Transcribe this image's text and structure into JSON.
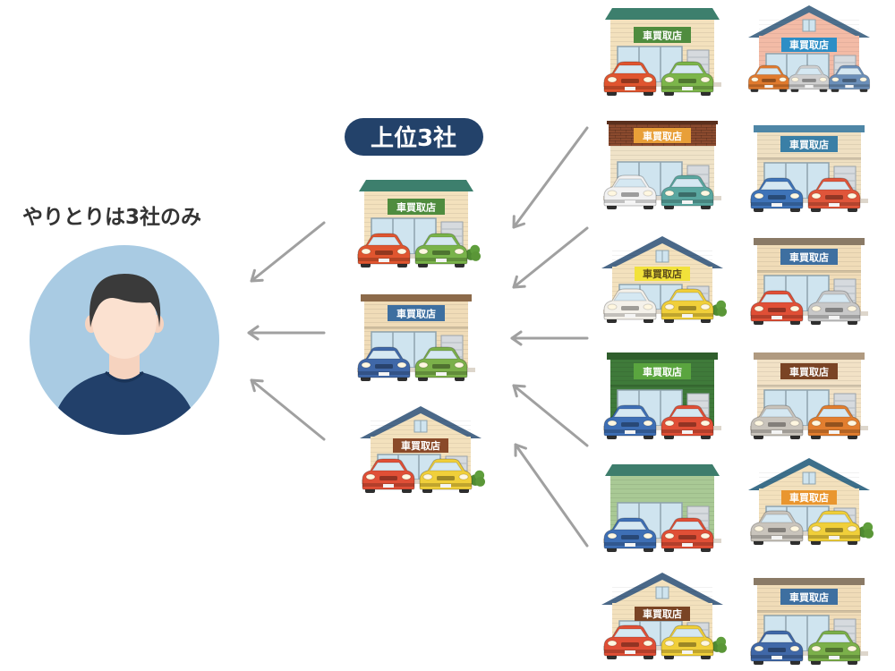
{
  "caption": "やりとりは3社のみ",
  "badge": "上位3社",
  "top3_shops": [
    {
      "sign": "車買取店"
    },
    {
      "sign": "車買取店"
    },
    {
      "sign": "車買取店"
    }
  ],
  "other_shops": [
    {
      "sign": "車買取店"
    },
    {
      "sign": "車買取店"
    },
    {
      "sign": "車買取店"
    },
    {
      "sign": "車買取店"
    },
    {
      "sign": "車買取店"
    },
    {
      "sign": "車買取店"
    },
    {
      "sign": "車買取店"
    },
    {
      "sign": "車買取店"
    },
    {
      "sign": "車買取店"
    },
    {
      "sign": "車買取店"
    },
    {
      "sign": "車買取店"
    }
  ],
  "colors": {
    "badge": "#23426a",
    "avatar_background": "#a9cbe3",
    "arrow": "#a0a0a0",
    "caption_text": "#333333",
    "shirt": "#22406a"
  },
  "icons": {
    "person": "person-icon",
    "shop": "car-buyer-shop-icon",
    "car": "car-icon",
    "arrow": "arrow-icon"
  }
}
